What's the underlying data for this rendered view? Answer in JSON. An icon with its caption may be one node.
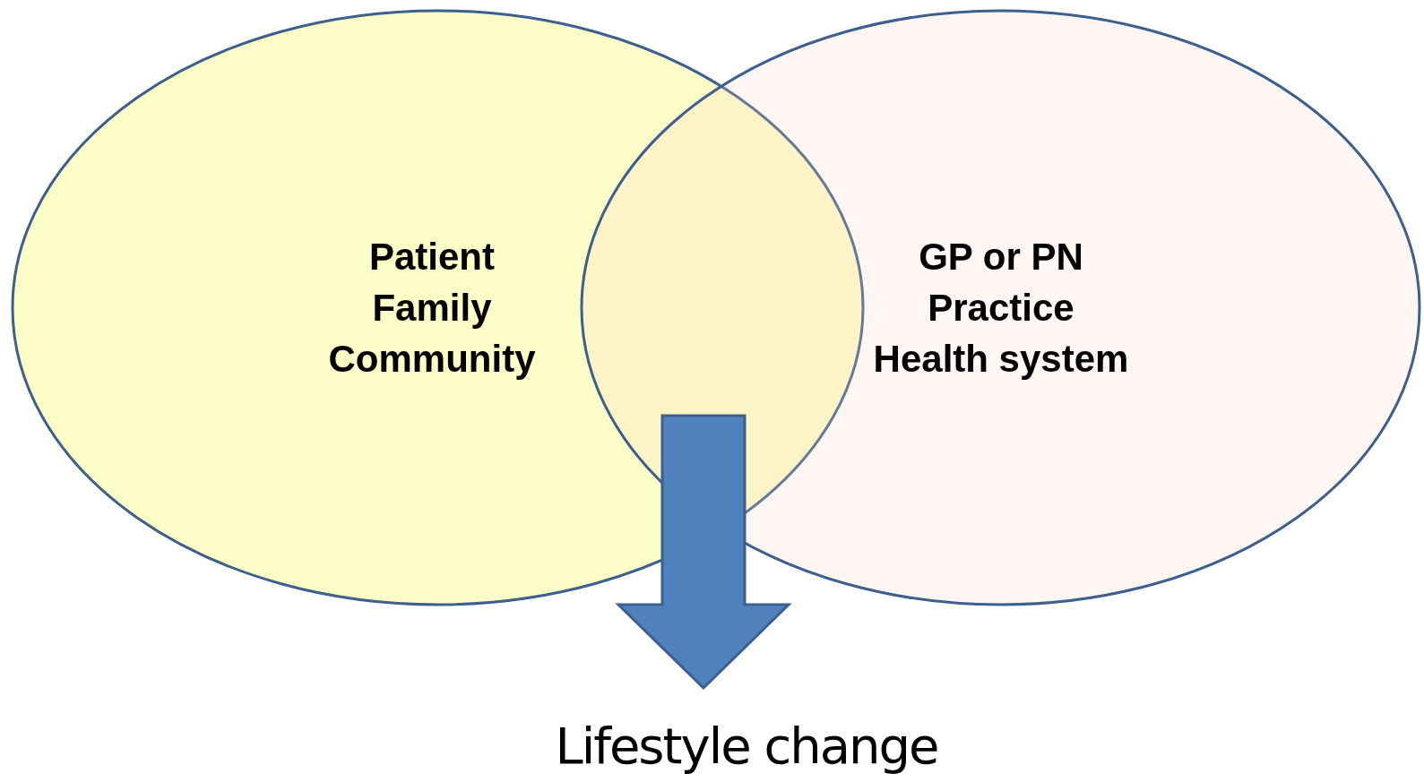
{
  "diagram": {
    "nodes": [
      {
        "text": [
          "Patient",
          "Family",
          "Community"
        ]
      },
      {
        "text": [
          "GP or PN",
          "Practice",
          "Health system"
        ]
      },
      {
        "text": [
          "Lifestyle change"
        ]
      }
    ],
    "edges": [
      {
        "from": null,
        "to": 2,
        "arrow": "to"
      }
    ]
  }
}
